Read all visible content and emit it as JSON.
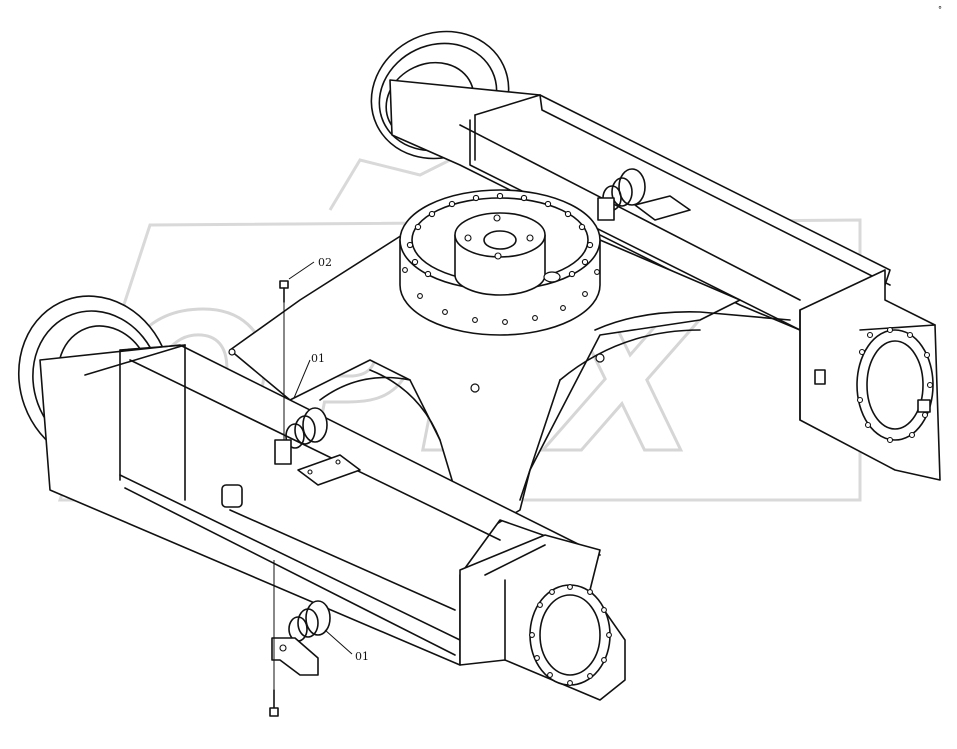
{
  "watermark": {
    "text": "OPEX"
  },
  "callouts": [
    {
      "id": "c1",
      "label": "02"
    },
    {
      "id": "c2",
      "label": "01"
    },
    {
      "id": "c3",
      "label": "01"
    }
  ],
  "corner_mark": "°"
}
